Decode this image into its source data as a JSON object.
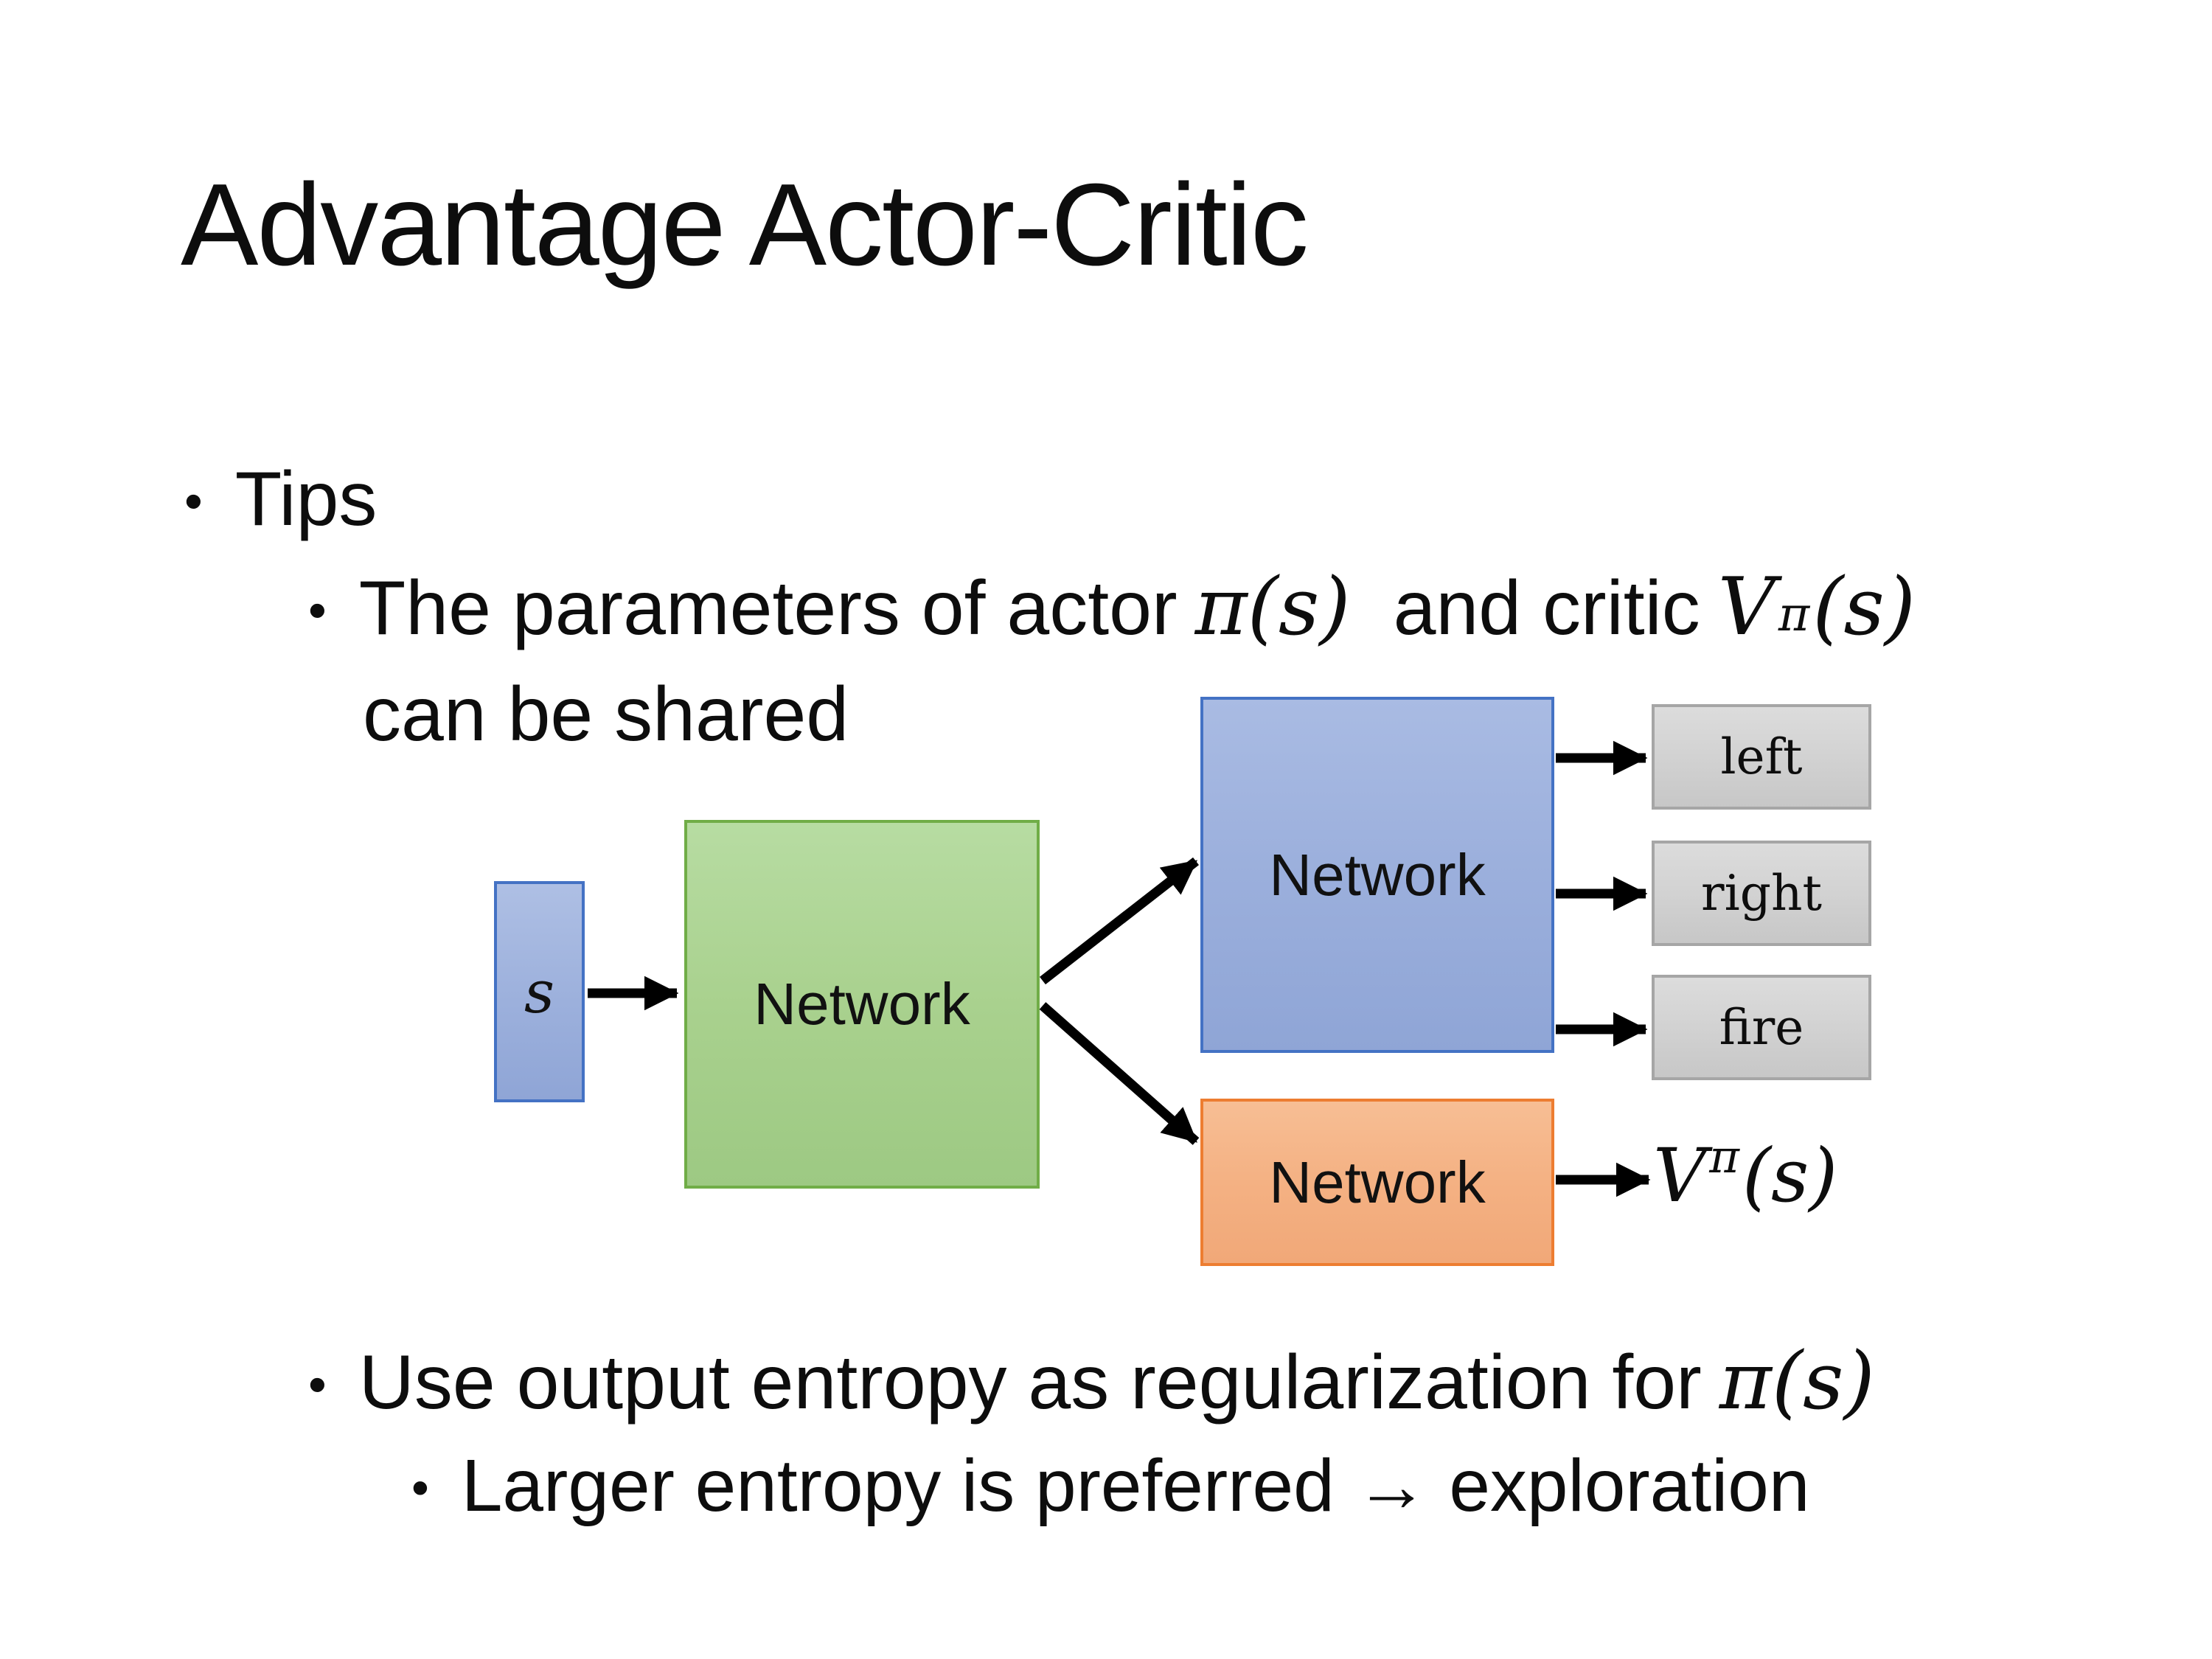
{
  "slide": {
    "title": "Advantage Actor-Critic",
    "bullets": {
      "tips": "Tips",
      "params_pre": "The parameters of actor",
      "params_math1": "π(s)",
      "params_mid": "and critic",
      "params_v": "V",
      "params_v_sup": "π",
      "params_v_args": "(s)",
      "params_line2": "can be shared",
      "entropy_pre": "Use output entropy as regularization for",
      "entropy_math": "π(s)",
      "exploration": "Larger entropy is preferred → exploration"
    },
    "bullet_glyph": "•"
  },
  "diagram": {
    "state_label": "s",
    "shared_network_label": "Network",
    "actor_network_label": "Network",
    "critic_network_label": "Network",
    "actions": [
      "left",
      "right",
      "fire"
    ],
    "value_base": "V",
    "value_sup": "π",
    "value_args": "(s)",
    "colors": {
      "blue_fill": "#9cb0dc",
      "blue_border": "#4472c4",
      "green_fill": "#a9d18e",
      "green_border": "#70ad47",
      "orange_fill": "#f4b183",
      "orange_border": "#ed7d31",
      "gray_fill": "#d2d2d2",
      "gray_border": "#a6a6a6",
      "arrow": "#000000"
    }
  }
}
